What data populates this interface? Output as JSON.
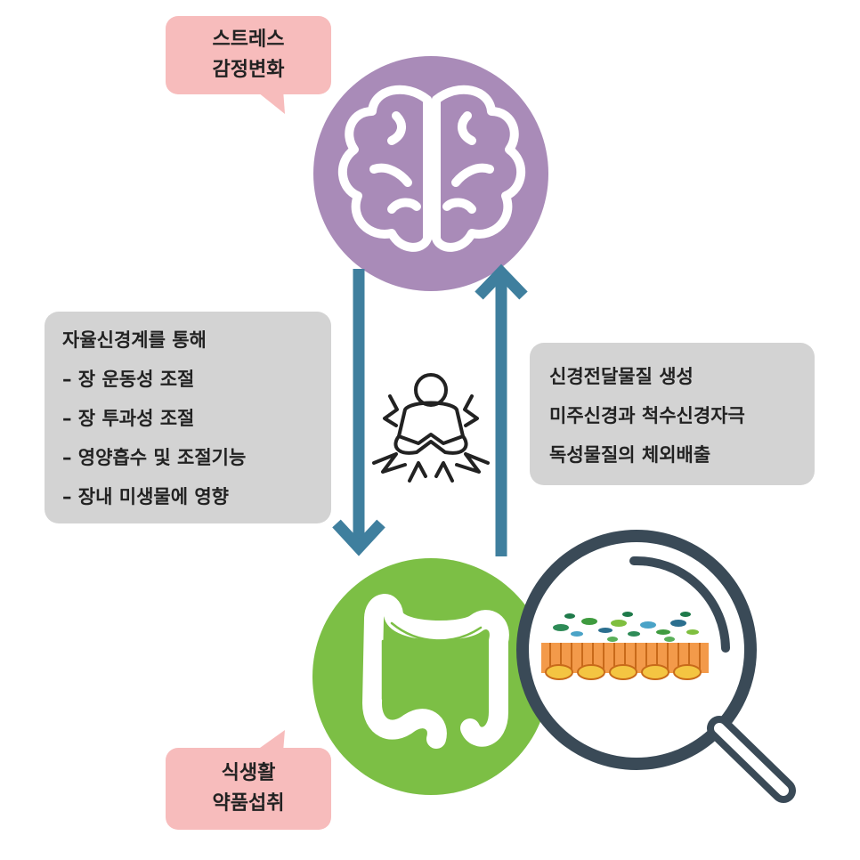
{
  "stress_bubble": {
    "line1": "스트레스",
    "line2": "감정변화"
  },
  "diet_bubble": {
    "line1": "식생활",
    "line2": "약품섭취"
  },
  "autonomic_box": {
    "lines": [
      "자율신경계를 통해",
      "– 장 운동성 조절",
      "– 장 투과성 조절",
      "– 영양흡수 및 조절기능",
      "– 장내 미생물에 영향"
    ]
  },
  "signal_box": {
    "lines": [
      "신경전달물질 생성",
      "미주신경과 척수신경자극",
      "독성물질의 체외배출"
    ]
  },
  "colors": {
    "brain_circle": "#a98bb8",
    "gut_circle": "#7cbf45",
    "arrow": "#3f7f9e",
    "bubble": "#f7bcbc",
    "box": "#d3d3d3",
    "magnifier": "#3a4a57"
  },
  "icons": {
    "brain": "brain-icon",
    "intestine": "intestine-icon",
    "stressed_person": "stressed-person-icon",
    "magnifier": "magnifying-glass-icon"
  }
}
